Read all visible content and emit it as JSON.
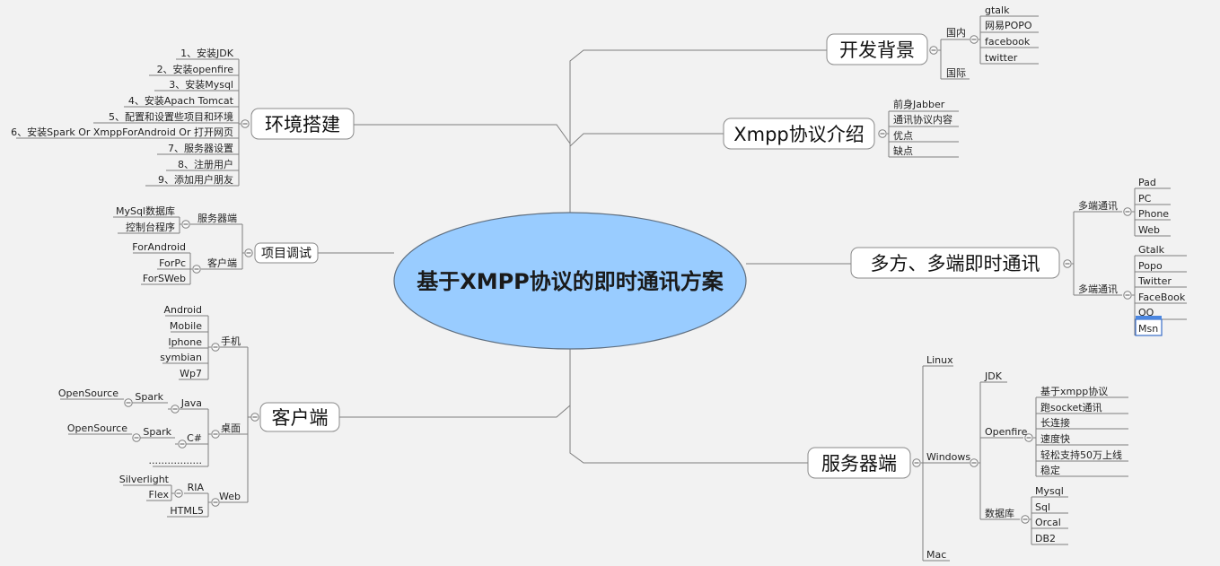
{
  "center": "基于XMPP协议的即时通讯方案",
  "branches": {
    "kaifa": {
      "title": "开发背景",
      "groups": [
        "国内",
        "国际"
      ],
      "guonei": [
        "gtalk",
        "网易POPO",
        "facebook",
        "twitter"
      ]
    },
    "xmpp": {
      "title": "Xmpp协议介绍",
      "items": [
        "前身Jabber",
        "通讯协议内容",
        "优点",
        "缺点"
      ]
    },
    "duofang": {
      "title": "多方、多端即时通讯",
      "groups": [
        "多端通讯",
        "多端通讯"
      ],
      "devices": [
        "Pad",
        "PC",
        "Phone",
        "Web"
      ],
      "apps": [
        "Gtalk",
        "Popo",
        "Twitter",
        "FaceBook",
        "QQ",
        "Msn"
      ]
    },
    "fuwuqi": {
      "title": "服务器端",
      "os": [
        "Linux",
        "Windows",
        "Mac"
      ],
      "windows": [
        "JDK",
        "Openfire",
        "数据库"
      ],
      "openfire": [
        "基于xmpp协议",
        "跑socket通讯",
        "长连接",
        "速度快",
        "轻松支持50万上线",
        "稳定"
      ],
      "db": [
        "Mysql",
        "Sql",
        "Orcal",
        "DB2"
      ]
    },
    "huanjing": {
      "title": "环境搭建",
      "steps": [
        "1、安装JDK",
        "2、安装openfire",
        "3、安装Mysql",
        "4、安装Apach Tomcat",
        "5、配置和设置些项目和环境",
        "6、安装Spark Or XmppForAndroid Or 打开网页",
        "7、服务器设置",
        "8、注册用户",
        "9、添加用户朋友"
      ]
    },
    "xiangmu": {
      "title": "项目调试",
      "groups": [
        "服务器端",
        "客户端"
      ],
      "server": [
        "MySql数据库",
        "控制台程序"
      ],
      "client": [
        "ForAndroid",
        "ForPc",
        "ForSWeb"
      ]
    },
    "kehuduan": {
      "title": "客户端",
      "groups": [
        "手机",
        "桌面",
        "Web"
      ],
      "phone": [
        "Android",
        "Mobile",
        "Iphone",
        "symbian",
        "Wp7"
      ],
      "desktop": [
        "Java",
        "C#",
        "................."
      ],
      "spark": [
        "Spark",
        "Spark"
      ],
      "opensource": [
        "OpenSource",
        "OpenSource"
      ],
      "web": [
        "RIA",
        "HTML5"
      ],
      "ria": [
        "Silverlight",
        "Flex"
      ]
    }
  }
}
